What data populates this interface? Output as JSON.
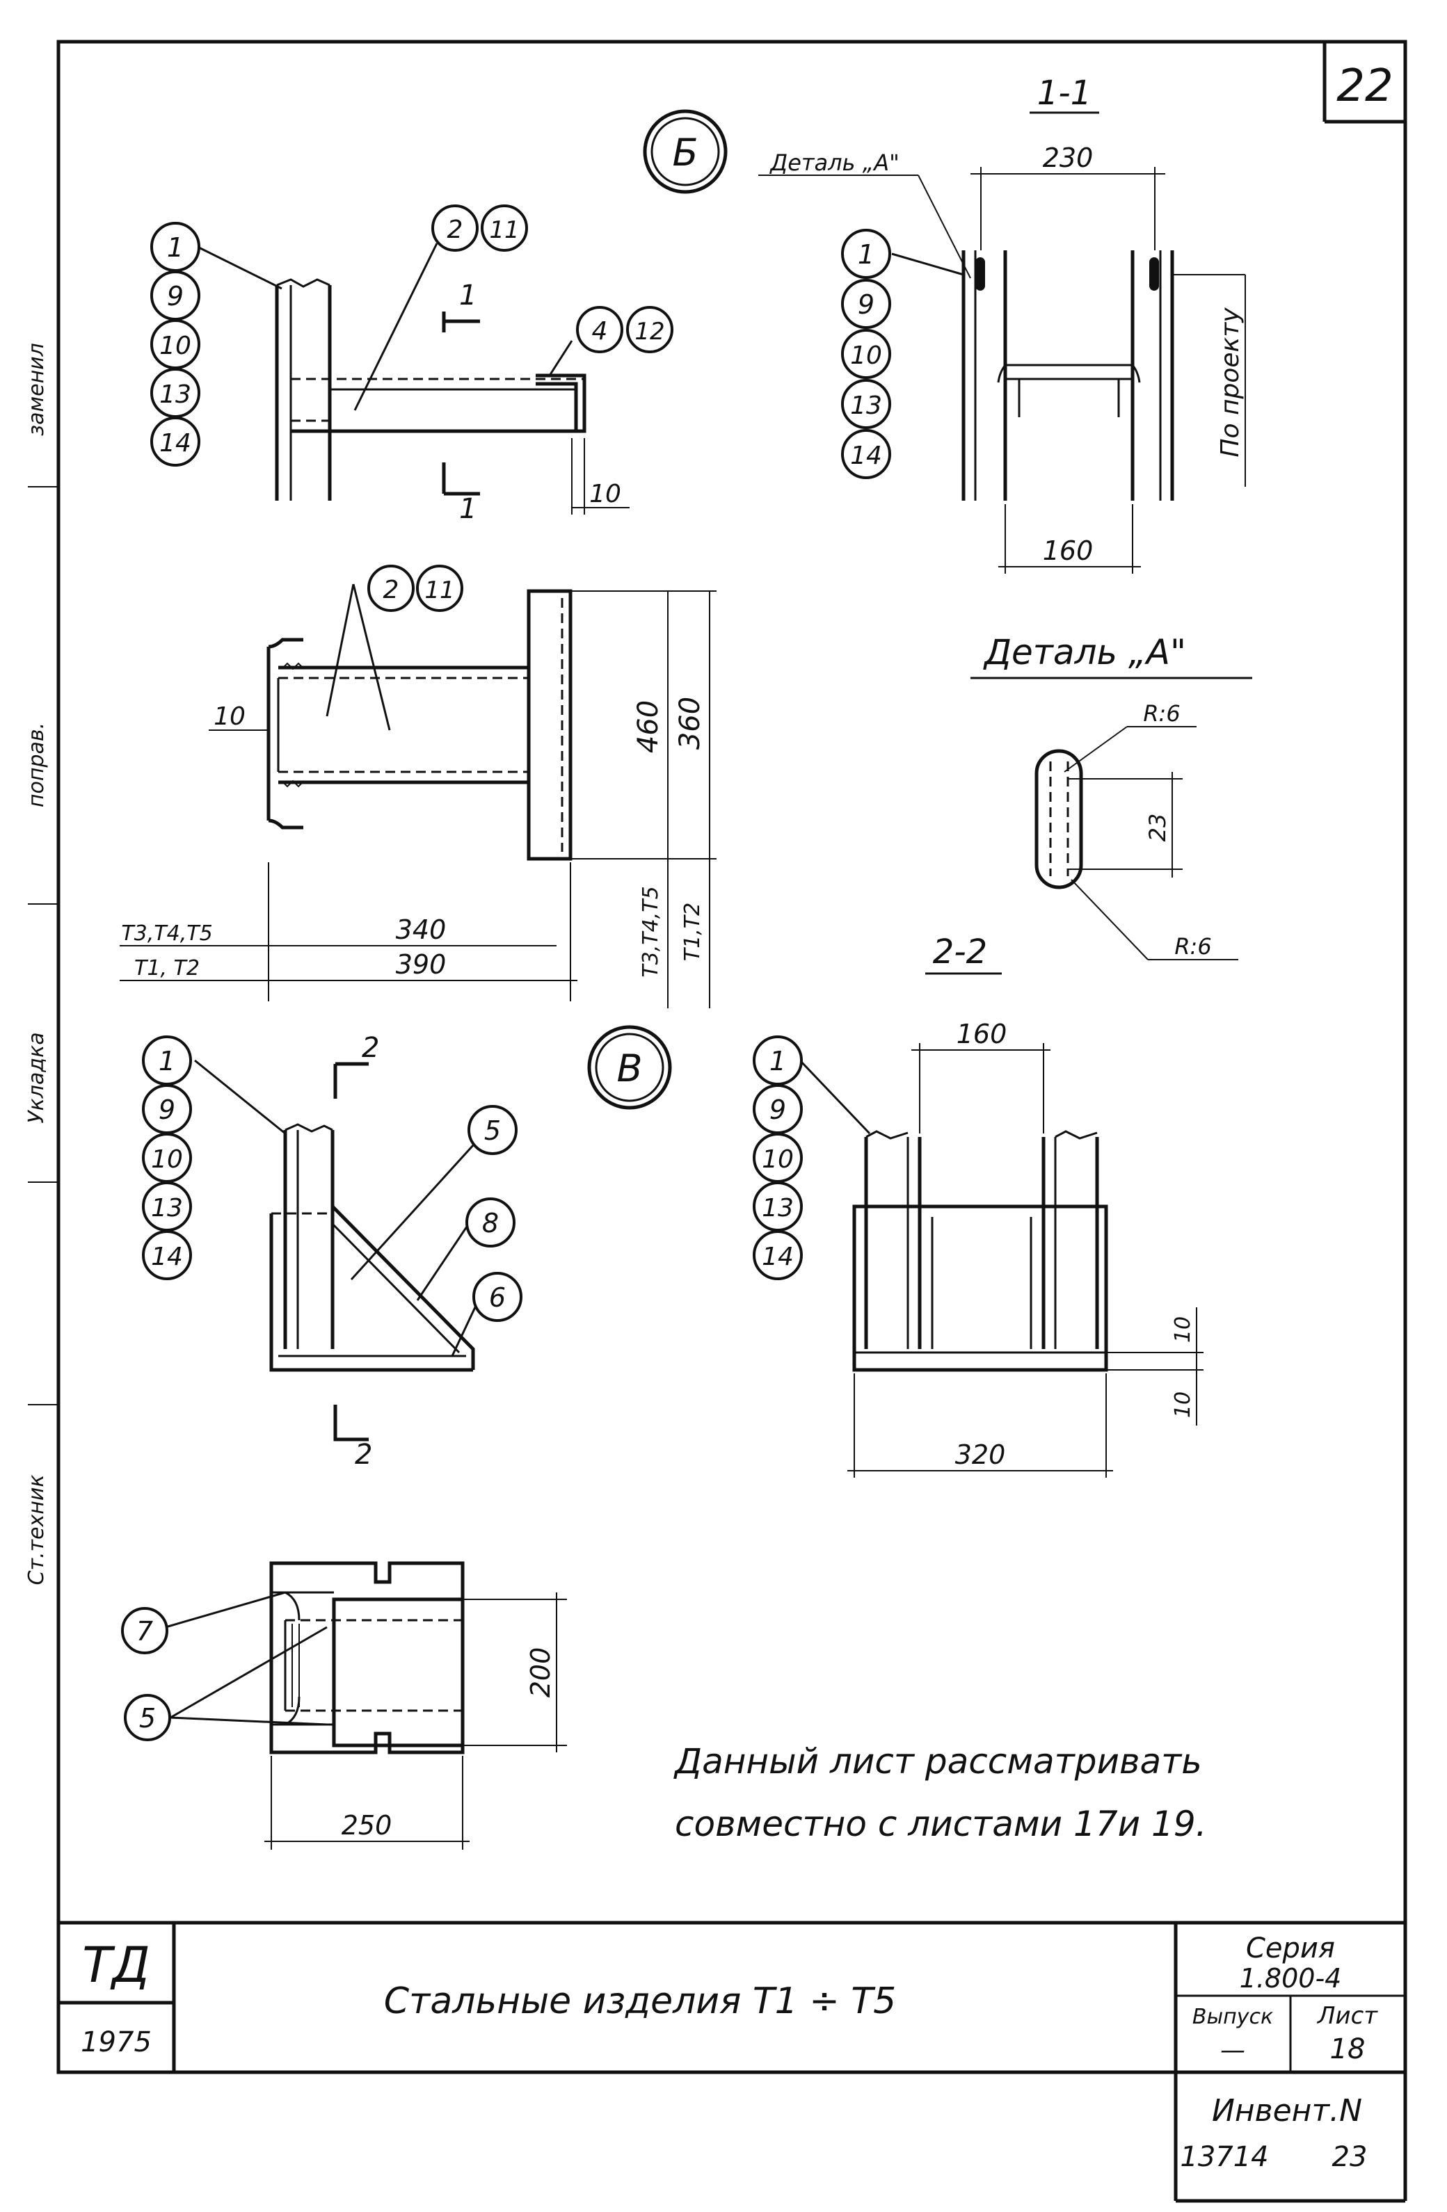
{
  "sheet_corner_number": "22",
  "views": {
    "b_label": "Б",
    "v_label": "В",
    "section_1_1": "1-1",
    "section_2_2": "2-2",
    "detail_ref": "Деталь „А\"",
    "detail_title": "Деталь „А\"",
    "cut_marks": [
      "1",
      "1",
      "2",
      "2"
    ]
  },
  "callouts": {
    "b_left": [
      "1",
      "9",
      "10",
      "13",
      "14"
    ],
    "b_2_11": [
      "2",
      "11"
    ],
    "b_4_12": [
      "4",
      "12"
    ],
    "plan_2_11": [
      "2",
      "11"
    ],
    "s11_left": [
      "1",
      "9",
      "10",
      "13",
      "14"
    ],
    "v_left": [
      "1",
      "9",
      "10",
      "13",
      "14"
    ],
    "v_right": [
      "5",
      "8",
      "6"
    ],
    "s22_left": [
      "1",
      "9",
      "10",
      "13",
      "14"
    ],
    "bottom_7": "7",
    "bottom_5": "5"
  },
  "dims": {
    "d10_b": "10",
    "d230": "230",
    "d160_top": "160",
    "po_proektu": "По проекту",
    "d10_plan": "10",
    "d460": "460",
    "d360": "360",
    "t345_v": "Т3,Т4,Т5",
    "t12_v": "Т1,Т2",
    "t345_h": "Т3,Т4,Т5",
    "t12_h": "Т1, Т2",
    "d340": "340",
    "d390": "390",
    "r6_top": "R:6",
    "r6_bot": "R:6",
    "d23": "23",
    "d160_mid": "160",
    "d10_a": "10",
    "d10_b2": "10",
    "d320": "320",
    "d200": "200",
    "d250": "250"
  },
  "note": {
    "line1": "Данный лист рассматривать",
    "line2": "совместно с листами 17и 19."
  },
  "title_block": {
    "org": "ТД",
    "year": "1975",
    "title": "Стальные изделия  Т1 ÷ Т5",
    "series_label": "Серия",
    "series_value": "1.800-4",
    "issue_label": "Выпуск",
    "issue_value": "—",
    "sheet_label": "Лист",
    "sheet_value": "18",
    "inv_label": "Инвент.N",
    "inv_number": "13714",
    "inv_sheet": "23"
  },
  "side_stamp": [
    "Ст.техник",
    "Укладка",
    "поправ.",
    "заменил"
  ]
}
